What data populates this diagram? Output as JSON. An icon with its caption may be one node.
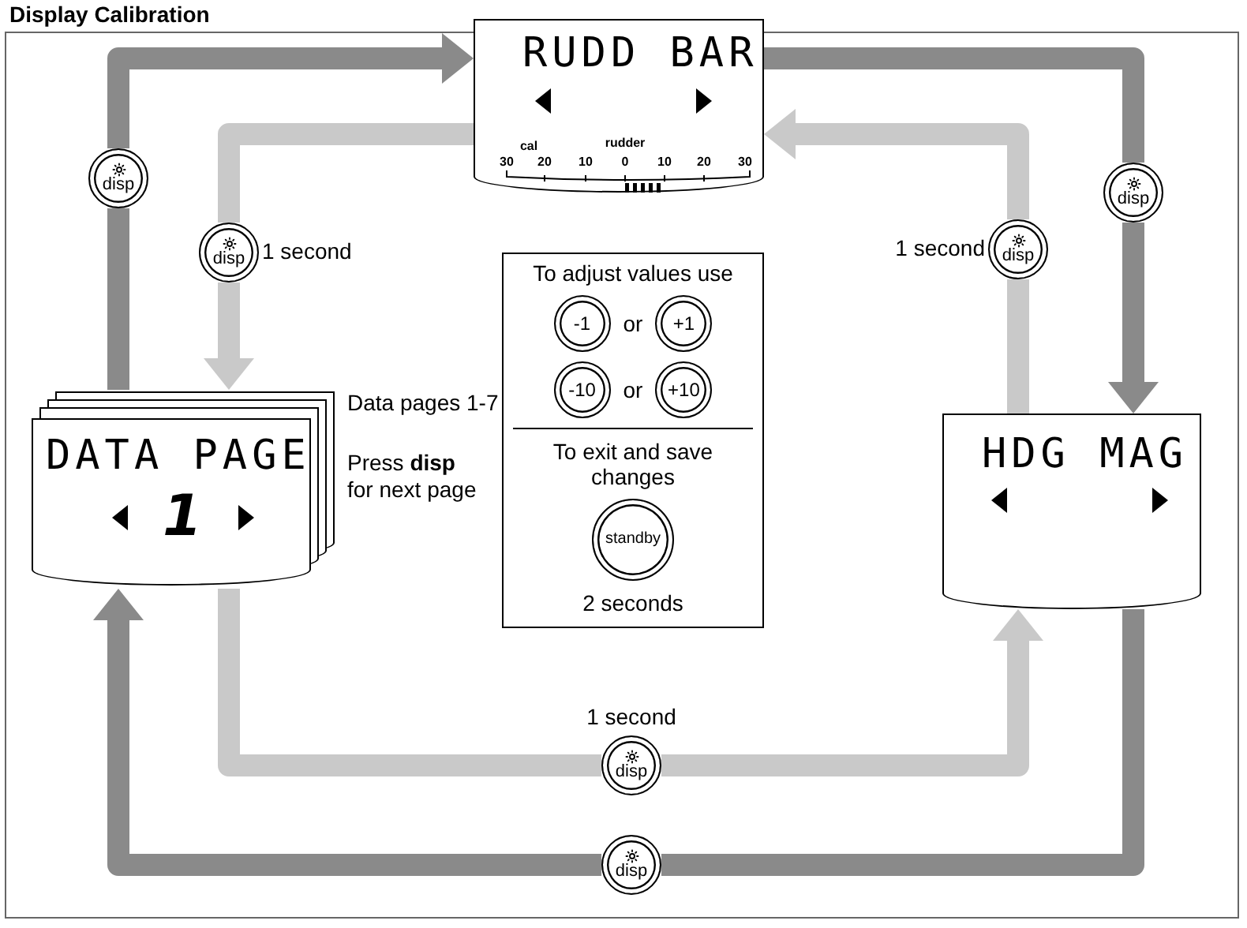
{
  "diagram": {
    "title": "Display Calibration",
    "nodes": [
      {
        "text": [
          "RUDD BAR",
          "30",
          "cal",
          "20",
          "10",
          "rudder",
          "0",
          "10",
          "20",
          "30"
        ]
      },
      {
        "text": [
          "DATA PAGE",
          "1"
        ],
        "beside": [
          "Data pages 1-7",
          "Press **disp** for next page"
        ]
      },
      {
        "text": [
          "HDG MAG"
        ]
      },
      {
        "text": [
          "To adjust values use",
          "or",
          "or",
          "To exit and save changes",
          "2 seconds"
        ]
      },
      {
        "text": [
          "-1"
        ],
        "in": 3
      },
      {
        "text": [
          "+1"
        ],
        "in": 3
      },
      {
        "text": [
          "-10"
        ],
        "in": 3
      },
      {
        "text": [
          "+10"
        ],
        "in": 3
      },
      {
        "text": [
          "standby"
        ],
        "in": 3
      },
      {
        "text": [
          "disp"
        ]
      },
      {
        "text": [
          "disp"
        ],
        "beside": [
          "1 second"
        ]
      },
      {
        "text": [
          "disp"
        ],
        "beside": [
          "1 second"
        ]
      },
      {
        "text": [
          "disp"
        ]
      },
      {
        "text": [
          "disp"
        ],
        "beside": [
          "1 second"
        ]
      },
      {
        "text": [
          "disp"
        ]
      }
    ],
    "edges": [
      {
        "from": 1,
        "to": 9,
        "arrow": "none"
      },
      {
        "from": 9,
        "to": 0,
        "arrow": "to"
      },
      {
        "from": 0,
        "to": 12,
        "arrow": "none"
      },
      {
        "from": 12,
        "to": 2,
        "arrow": "to"
      },
      {
        "from": 2,
        "to": 14,
        "arrow": "none"
      },
      {
        "from": 14,
        "to": 1,
        "arrow": "to"
      },
      {
        "from": 0,
        "to": 10,
        "arrow": "none",
        "color": "#c9c9c9"
      },
      {
        "from": 10,
        "to": 1,
        "arrow": "to",
        "color": "#c9c9c9"
      },
      {
        "from": 2,
        "to": 11,
        "arrow": "none",
        "color": "#c9c9c9"
      },
      {
        "from": 11,
        "to": 0,
        "arrow": "to",
        "color": "#c9c9c9"
      },
      {
        "from": 1,
        "to": 13,
        "arrow": "none",
        "color": "#c9c9c9"
      },
      {
        "from": 13,
        "to": 2,
        "arrow": "to",
        "color": "#c9c9c9"
      }
    ]
  }
}
